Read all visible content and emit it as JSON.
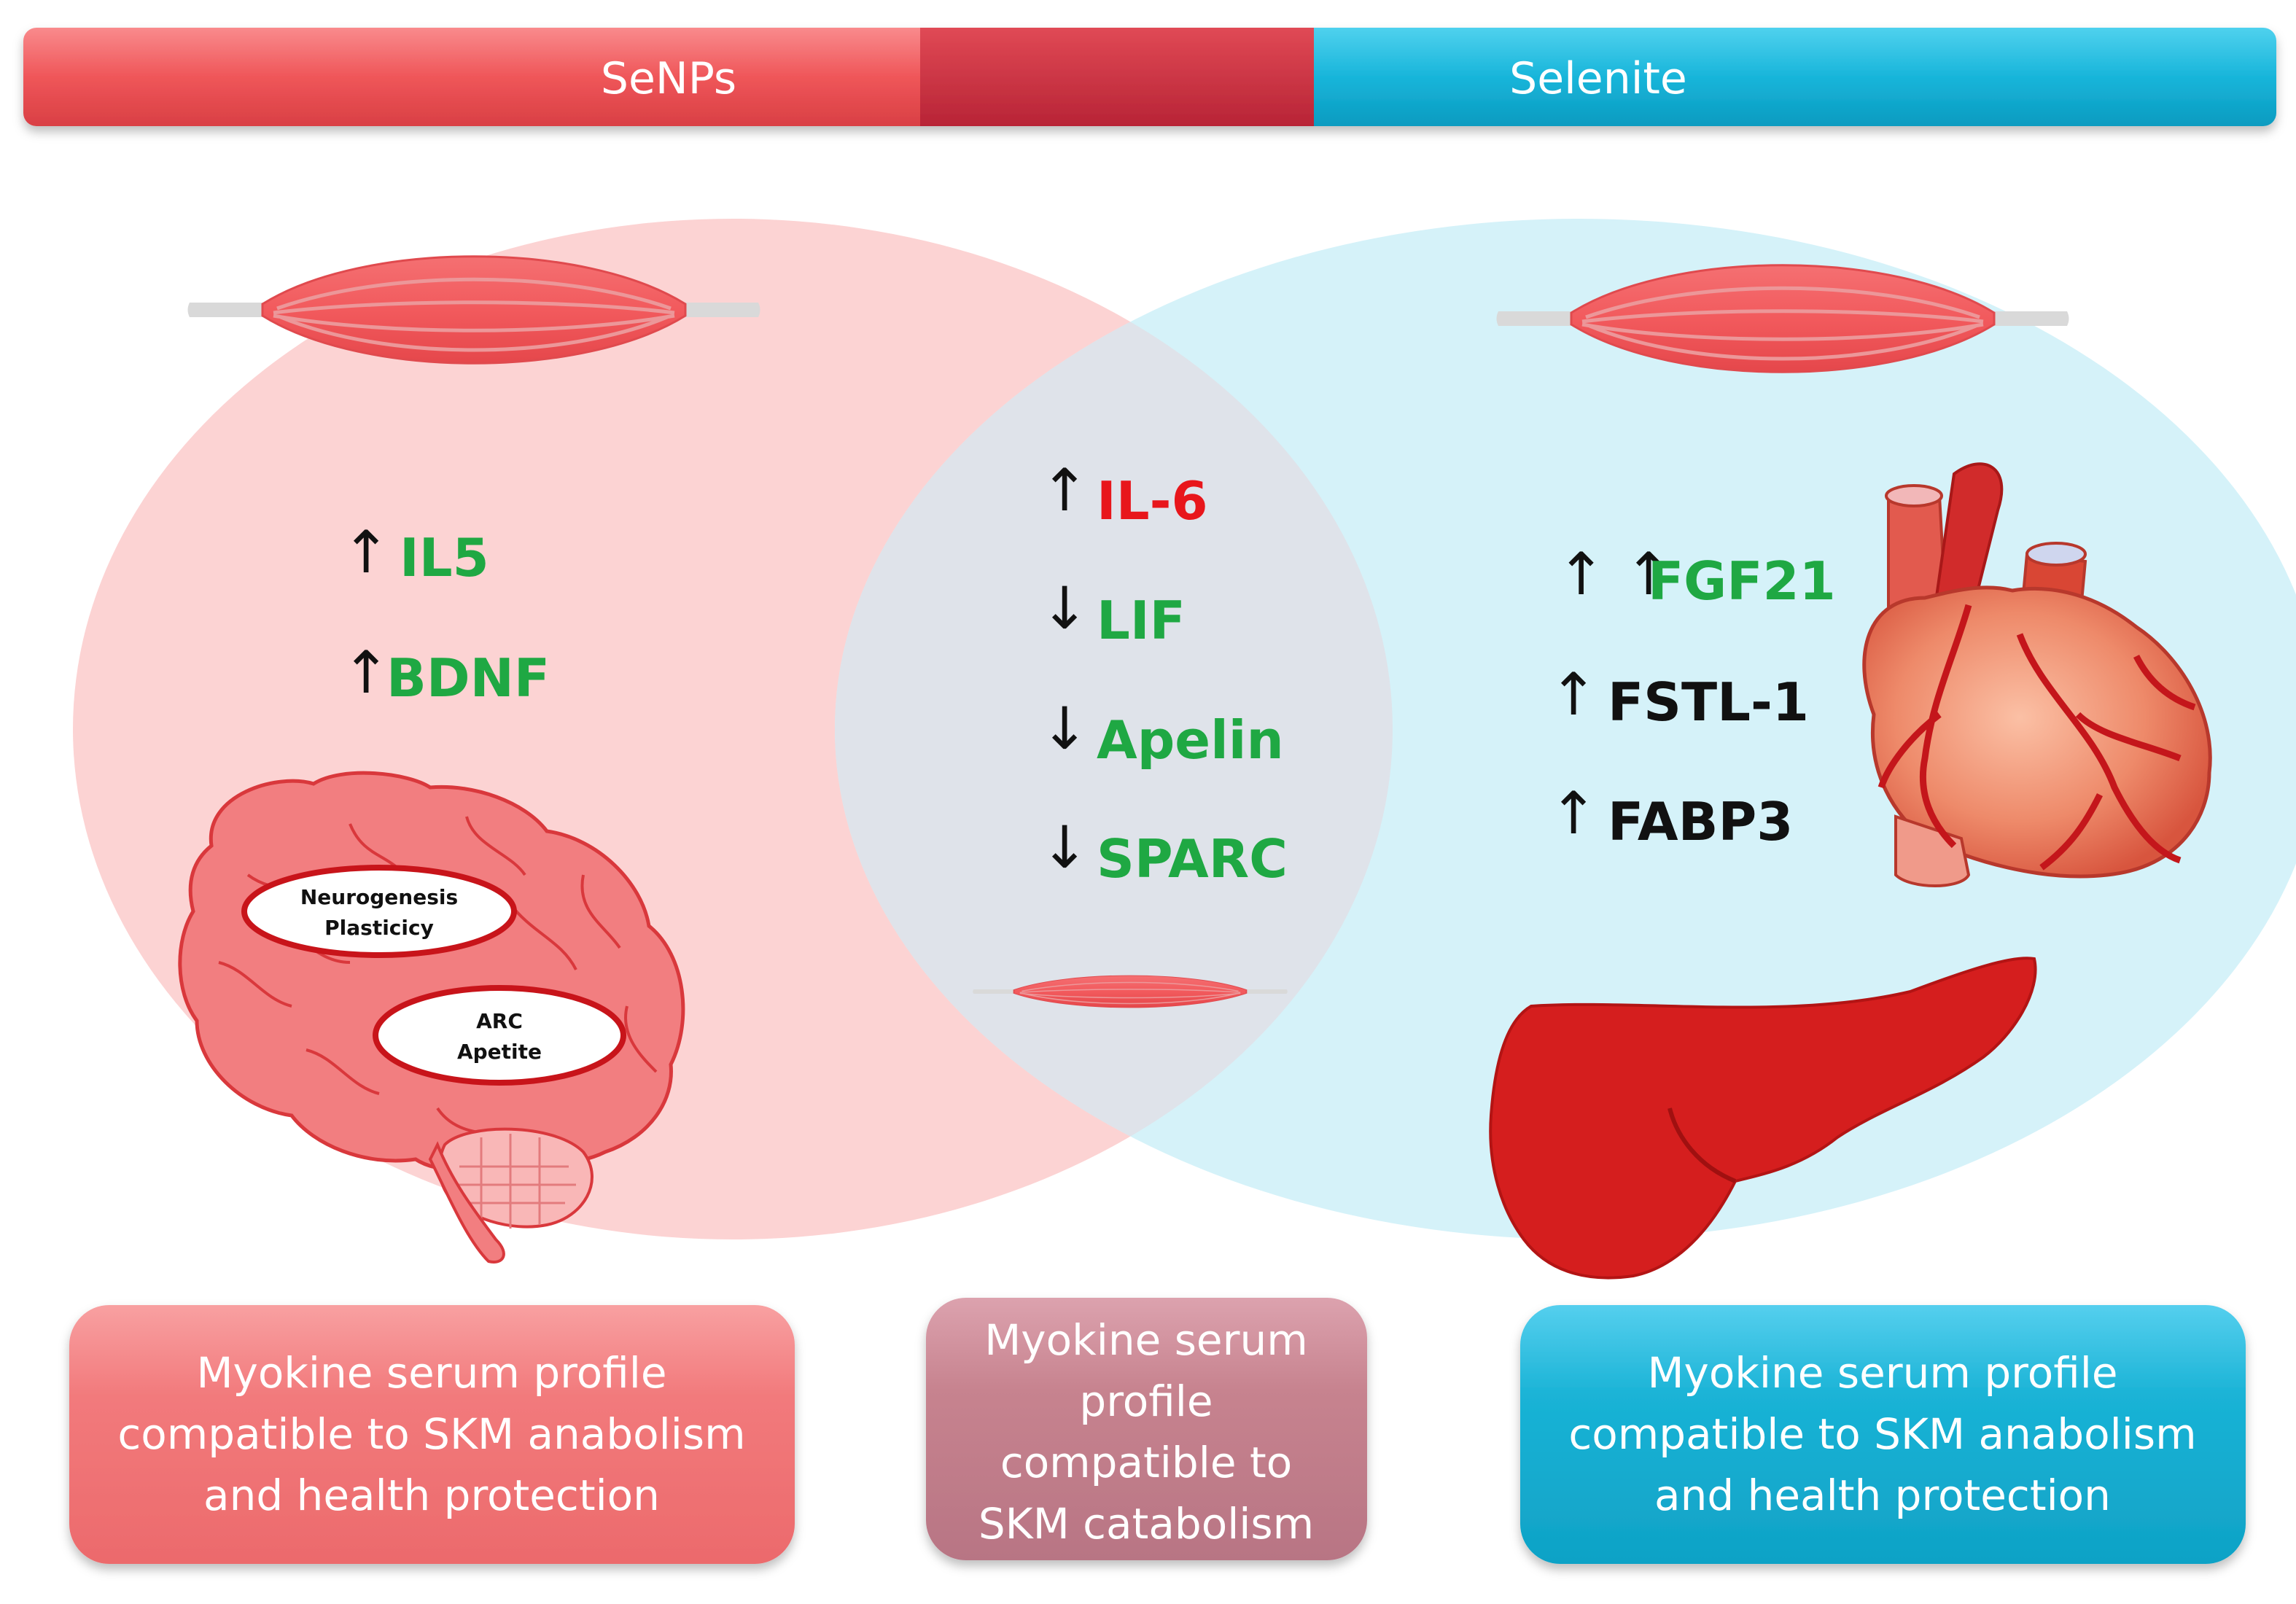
{
  "header": {
    "left_label": "SeNPs",
    "right_label": "Selenite",
    "colors": {
      "left": "#f05a5e",
      "middle": "#cc3344",
      "right": "#16b4d8"
    }
  },
  "venn": {
    "left_color": "#fbcfcf",
    "right_color": "#d3f1f8",
    "overlap_color": "#dfe3ea"
  },
  "left_markers": [
    {
      "arrow": "↑",
      "name": "IL5",
      "color": "#1fa843"
    },
    {
      "arrow": "↑",
      "name": "BDNF",
      "color": "#1fa843"
    }
  ],
  "middle_markers": [
    {
      "arrow": "↑",
      "name": "IL-6",
      "color": "#e8161b"
    },
    {
      "arrow": "↓",
      "name": "LIF",
      "color": "#1fa843"
    },
    {
      "arrow": "↓",
      "name": "Apelin",
      "color": "#1fa843"
    },
    {
      "arrow": "↓",
      "name": "SPARC",
      "color": "#1fa843"
    }
  ],
  "right_markers": [
    {
      "arrow": "↑ ↑",
      "name": "FGF21",
      "color": "#1fa843"
    },
    {
      "arrow": "↑",
      "name": "FSTL-1",
      "color": "#111111"
    },
    {
      "arrow": "↑",
      "name": "FABP3",
      "color": "#111111"
    }
  ],
  "brain": {
    "region1": {
      "line1": "Neurogenesis",
      "line2": "Plasticicy"
    },
    "region2": {
      "line1": "ARC",
      "line2": "Apetite"
    }
  },
  "icons": {
    "muscle": "skeletal-muscle-icon",
    "brain": "brain-icon",
    "heart": "heart-icon",
    "liver": "liver-icon"
  },
  "boxes": {
    "left": {
      "lines": [
        "Myokine serum profile",
        "compatible to SKM anabolism",
        "and health protection"
      ],
      "color": "#f2797b"
    },
    "middle": {
      "lines": [
        "Myokine serum",
        "profile",
        "compatible to",
        "SKM catabolism"
      ],
      "color": "#c47f8e"
    },
    "right": {
      "lines": [
        "Myokine serum profile",
        "compatible to SKM anabolism",
        "and health protection"
      ],
      "color": "#1ab3d6"
    }
  }
}
